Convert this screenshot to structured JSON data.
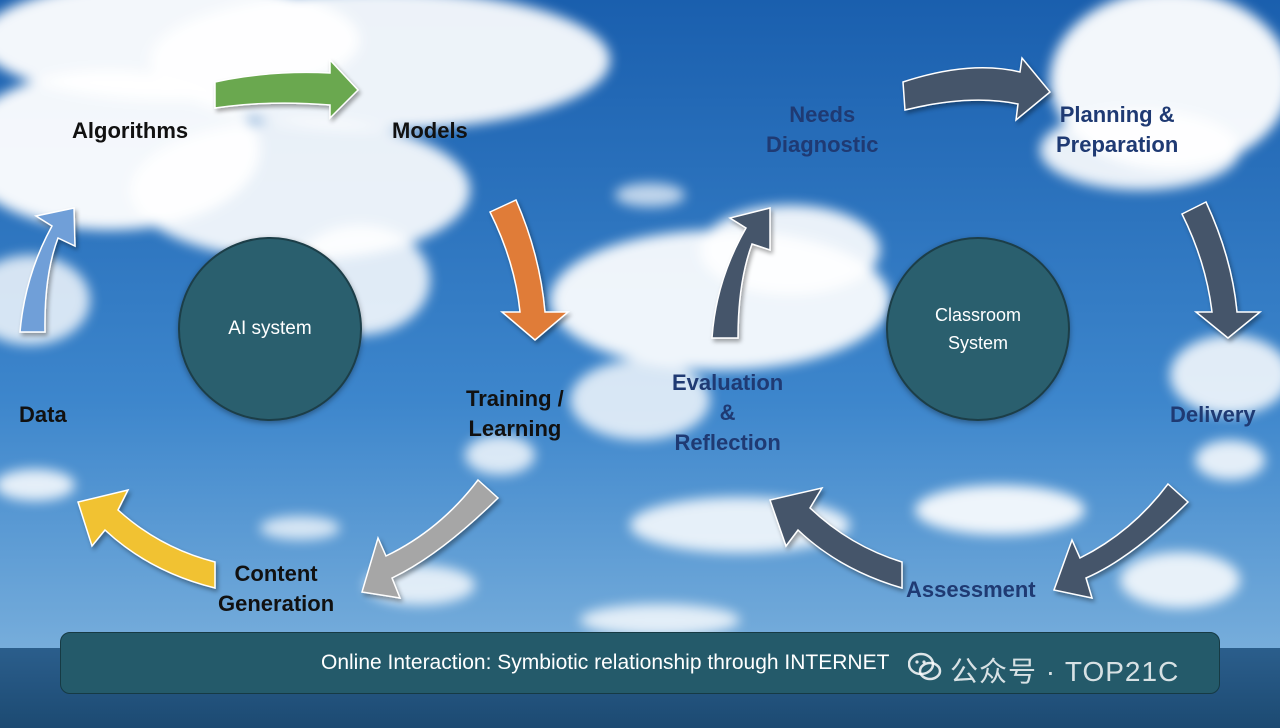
{
  "ai_cycle": {
    "center": "AI system",
    "nodes": {
      "algorithms": "Algorithms",
      "models": "Models",
      "training": [
        "Training /",
        "Learning"
      ],
      "content": [
        "Content",
        "Generation"
      ],
      "data": "Data"
    },
    "arrow_colors": {
      "algorithms_to_models": "#6aa84f",
      "models_to_training": "#e07b39",
      "training_to_content": "#a6a6a6",
      "content_to_data": "#f1c232",
      "data_to_algorithms": "#6f9fd8"
    }
  },
  "classroom_cycle": {
    "center": [
      "Classroom",
      "System"
    ],
    "nodes": {
      "needs": [
        "Needs",
        "Diagnostic"
      ],
      "planning": [
        "Planning &",
        "Preparation"
      ],
      "delivery": "Delivery",
      "assessment": "Assessment",
      "evaluation": [
        "Evaluation",
        "&",
        "Reflection"
      ]
    },
    "arrow_color": "#44546a"
  },
  "banner": "Online Interaction: Symbiotic relationship through INTERNET",
  "watermark": {
    "icon": "wechat-icon",
    "text": "公众号 · TOP21C"
  },
  "colors": {
    "circle_fill": "#2a5f6e",
    "banner_fill": "#245a6a",
    "ai_text": "#111111",
    "classroom_text": "#1f3a73"
  }
}
